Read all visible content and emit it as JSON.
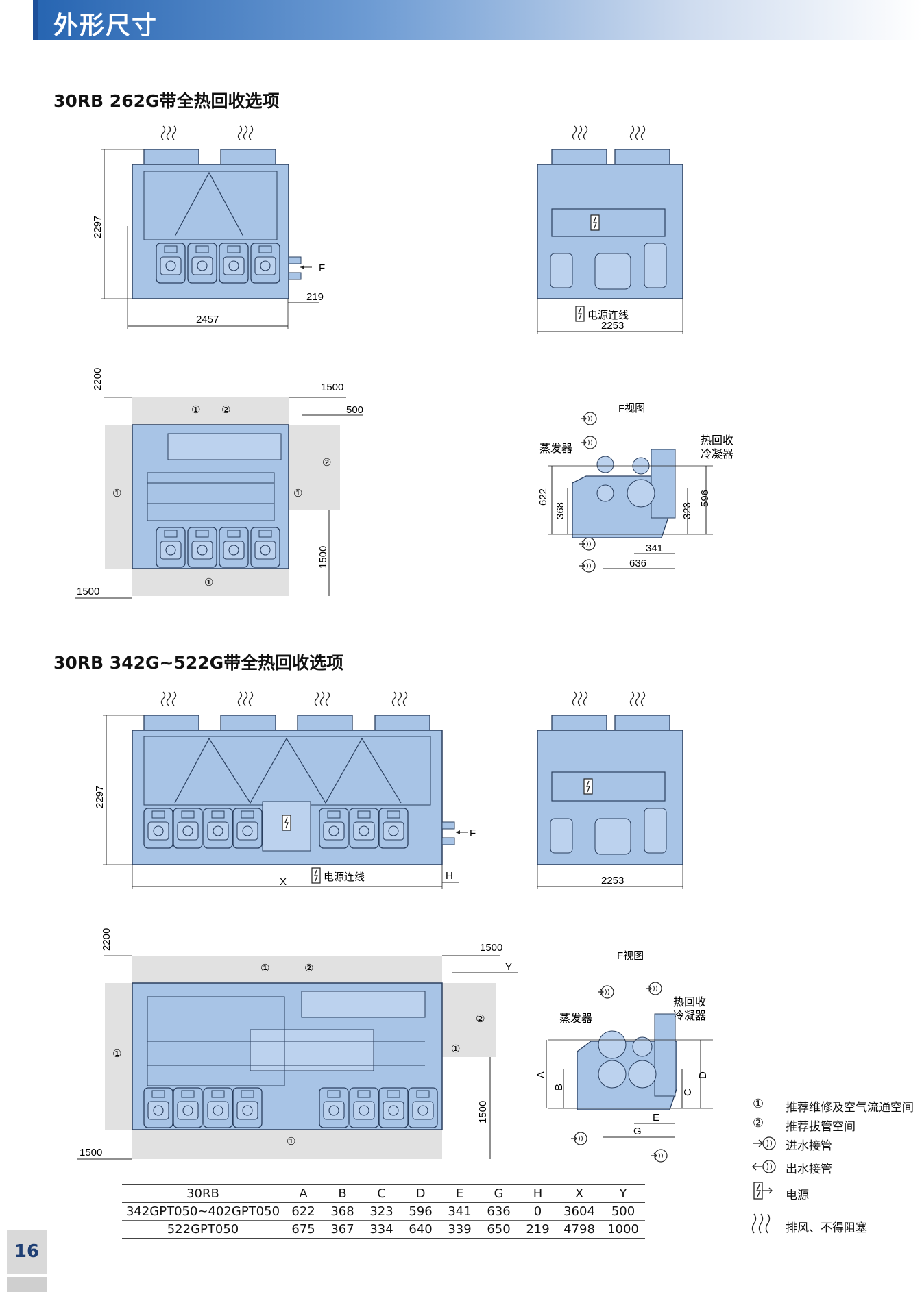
{
  "header": {
    "title": "外形尺寸"
  },
  "page_number": "16",
  "section1": {
    "title": "30RB 262G带全热回收选项",
    "front": {
      "height": "2297",
      "width": "2457",
      "offset": "219",
      "view_marker": "F"
    },
    "side": {
      "width": "2253",
      "power_label": "电源连线"
    },
    "plan": {
      "top_clear": "2200",
      "right_clear": "1500",
      "side_clear": "500",
      "bottom_clear": "1500",
      "left_clear": "1500",
      "marker1": "①",
      "marker2": "②"
    },
    "fview": {
      "title": "F视图",
      "evaporator": "蒸发器",
      "condenser_line1": "热回收",
      "condenser_line2": "冷凝器",
      "A": "622",
      "B": "368",
      "C": "323",
      "D": "596",
      "E": "341",
      "G": "636"
    }
  },
  "section2": {
    "title": "30RB 342G~522G带全热回收选项",
    "front": {
      "height": "2297",
      "width_label": "X",
      "offset_label": "H",
      "view_marker": "F",
      "power_label": "电源连线"
    },
    "side": {
      "width": "2253"
    },
    "plan": {
      "top_clear": "2200",
      "right_clear": "1500",
      "side_clear": "Y",
      "bottom_clear": "1500",
      "left_clear": "1500",
      "marker1": "①",
      "marker2": "②"
    },
    "fview": {
      "title": "F视图",
      "evaporator": "蒸发器",
      "condenser_line1": "热回收",
      "condenser_line2": "冷凝器",
      "A": "A",
      "B": "B",
      "C": "C",
      "D": "D",
      "E": "E",
      "G": "G"
    }
  },
  "table": {
    "headers": [
      "30RB",
      "A",
      "B",
      "C",
      "D",
      "E",
      "G",
      "H",
      "X",
      "Y"
    ],
    "rows": [
      [
        "342GPT050~402GPT050",
        "622",
        "368",
        "323",
        "596",
        "341",
        "636",
        "0",
        "3604",
        "500"
      ],
      [
        "522GPT050",
        "675",
        "367",
        "334",
        "640",
        "339",
        "650",
        "219",
        "4798",
        "1000"
      ]
    ]
  },
  "legend": [
    {
      "symbol": "①",
      "label": "推荐维修及空气流通空间"
    },
    {
      "symbol": "②",
      "label": "推荐拔管空间"
    },
    {
      "symbol": "inlet-pipe-icon",
      "label": "进水接管"
    },
    {
      "symbol": "outlet-pipe-icon",
      "label": "出水接管"
    },
    {
      "symbol": "power-icon",
      "label": "电源"
    },
    {
      "symbol": "airflow-icon",
      "label": "排风、不得阻塞"
    }
  ],
  "colors": {
    "unit_fill": "#a8c4e6",
    "unit_stroke": "#2a3f5f",
    "clearance_fill": "#e1e1e1",
    "header_blue": "#1f5fae"
  }
}
